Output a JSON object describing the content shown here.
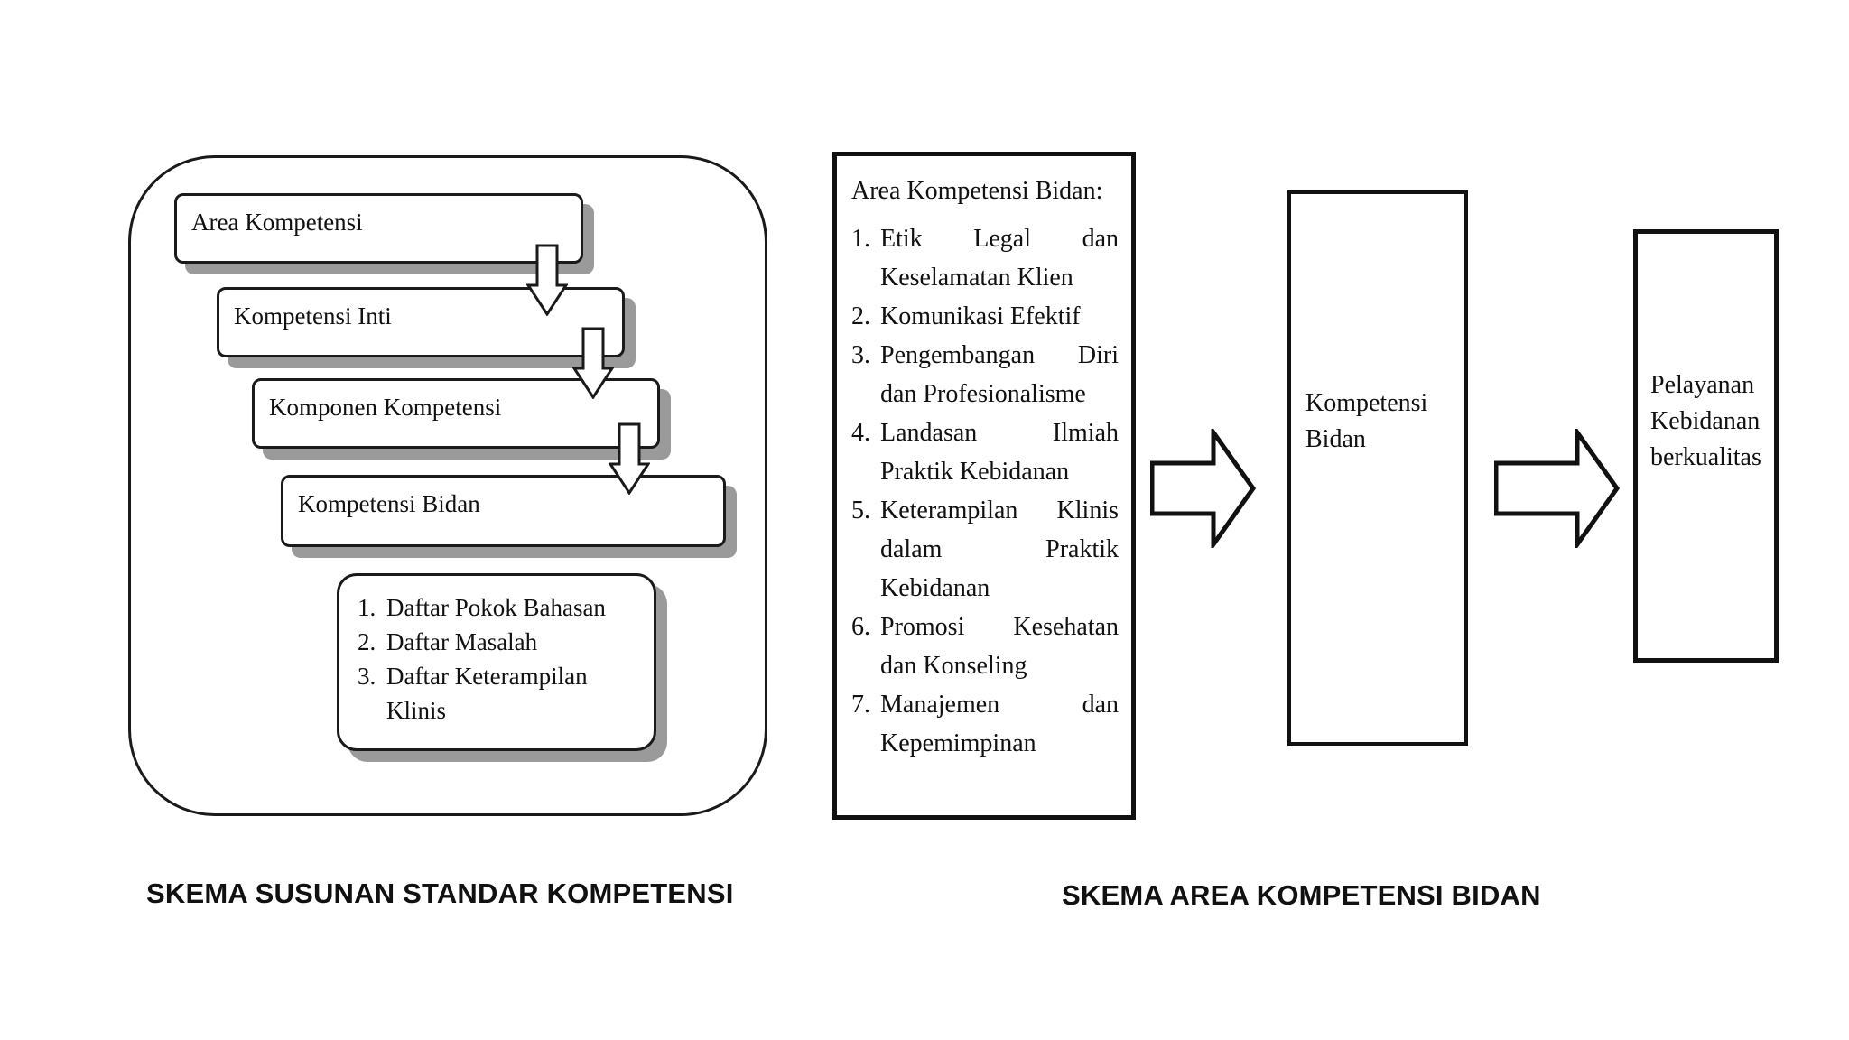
{
  "left_scheme": {
    "steps": [
      "Area Kompetensi",
      "Kompetensi Inti",
      "Komponen Kompetensi",
      "Kompetensi Bidan"
    ],
    "list_items": [
      {
        "num": "1.",
        "text": "Daftar Pokok Bahasan"
      },
      {
        "num": "2.",
        "text": "Daftar Masalah"
      },
      {
        "num": "3.",
        "text": "Daftar Keterampilan Klinis"
      }
    ],
    "caption": "SKEMA SUSUNAN STANDAR KOMPETENSI"
  },
  "right_scheme": {
    "area_title": "Area Kompetensi Bidan:",
    "area_items": [
      {
        "num": "1.",
        "text": "Etik Legal dan Keselamatan Klien"
      },
      {
        "num": "2.",
        "text": "Komunikasi Efektif"
      },
      {
        "num": "3.",
        "text": "Pengembangan Diri dan Profesionalisme"
      },
      {
        "num": "4.",
        "text": "Landasan Ilmiah Praktik Kebidanan"
      },
      {
        "num": "5.",
        "text": "Keterampilan Klinis dalam Praktik Kebidanan"
      },
      {
        "num": "6.",
        "text": "Promosi Kesehatan dan Konseling"
      },
      {
        "num": "7.",
        "text": "Manajemen dan Kepemimpinan"
      }
    ],
    "competency_box": "Kompetensi Bidan",
    "service_box": "Pelayanan Kebidanan berkualitas",
    "caption": "SKEMA AREA KOMPETENSI BIDAN"
  }
}
